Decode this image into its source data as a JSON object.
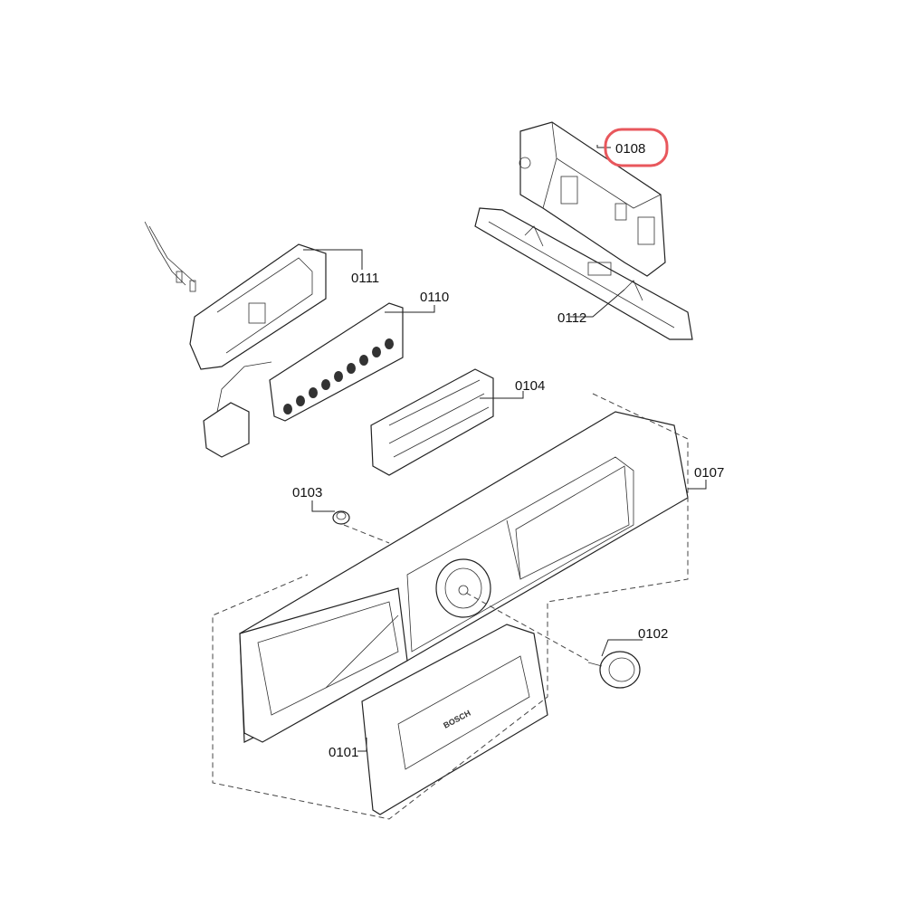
{
  "diagram": {
    "labels": {
      "p0101": "0101",
      "p0102": "0102",
      "p0103": "0103",
      "p0104": "0104",
      "p0107": "0107",
      "p0108": "0108",
      "p0110": "0110",
      "p0111": "0111",
      "p0112": "0112"
    },
    "highlighted": "0108",
    "highlight_color": "#e8575c",
    "logo_text": "BOSCH"
  }
}
